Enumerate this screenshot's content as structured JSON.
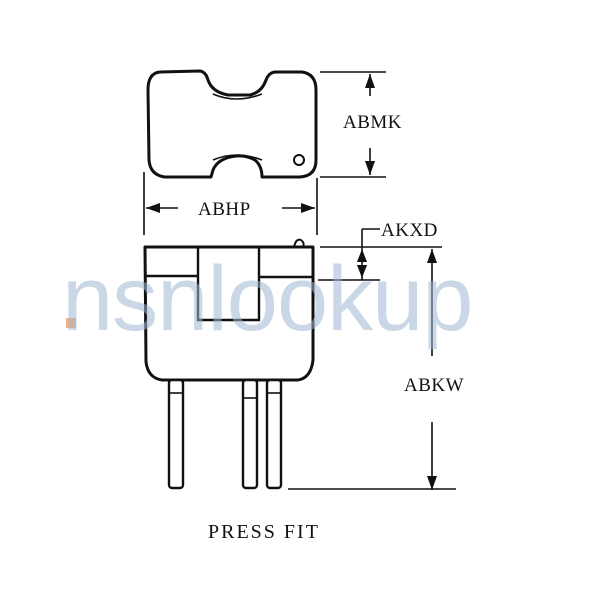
{
  "diagram": {
    "caption": "PRESS FIT",
    "watermark": {
      "text": "nsnlookup",
      "text_color": "#9fb8d3",
      "dot_color": "#f4a46a"
    },
    "dimensions": {
      "abmk": "ABMK",
      "abhp": "ABHP",
      "akxd": "AKXD",
      "abkw": "ABKW"
    },
    "views": {
      "top": "top-view",
      "front": "front-view"
    }
  }
}
